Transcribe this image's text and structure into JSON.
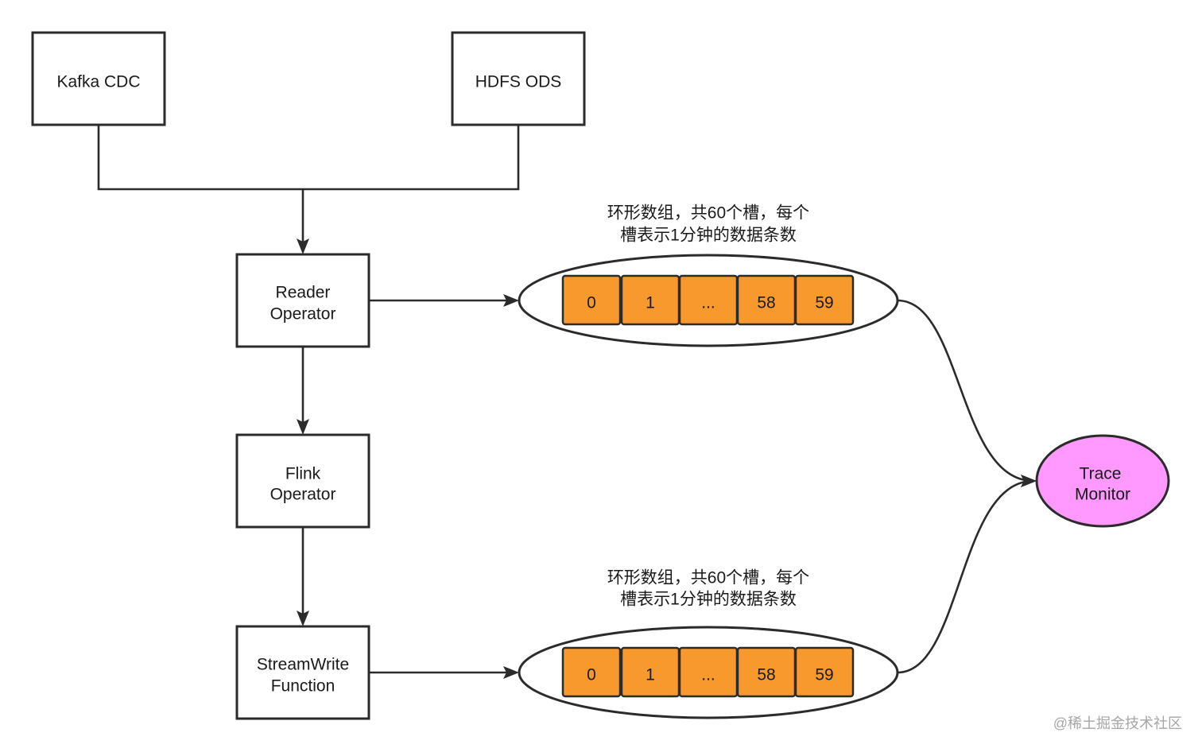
{
  "nodes": {
    "kafka_cdc": "Kafka CDC",
    "hdfs_ods": "HDFS ODS",
    "reader_operator": [
      "Reader",
      "Operator"
    ],
    "flink_operator": [
      "Flink",
      "Operator"
    ],
    "streamwrite_function": [
      "StreamWrite",
      "Function"
    ],
    "trace_monitor": [
      "Trace",
      "Monitor"
    ]
  },
  "ring_buffers": [
    {
      "caption": [
        "环形数组，共60个槽，每个",
        "槽表示1分钟的数据条数"
      ],
      "slots": [
        "0",
        "1",
        "...",
        "58",
        "59"
      ]
    },
    {
      "caption": [
        "环形数组，共60个槽，每个",
        "槽表示1分钟的数据条数"
      ],
      "slots": [
        "0",
        "1",
        "...",
        "58",
        "59"
      ]
    }
  ],
  "watermark": "@稀土掘金技术社区",
  "colors": {
    "slot_fill": "#f8992e",
    "trace_monitor_fill": "#ff99ff",
    "stroke": "#2b2b2b"
  }
}
